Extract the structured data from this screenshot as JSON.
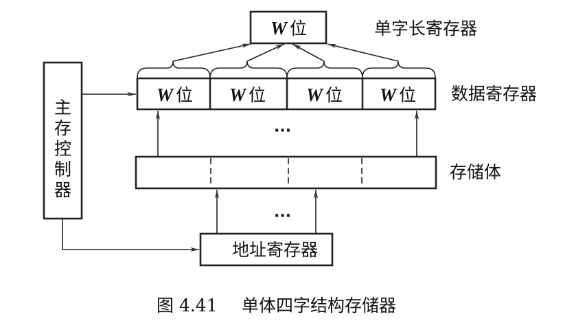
{
  "diagram": {
    "top_register": {
      "var": "W",
      "unit": "位",
      "label": "单字长寄存器"
    },
    "data_register": {
      "label": "数据寄存器",
      "cells": [
        {
          "var": "W",
          "unit": "位"
        },
        {
          "var": "W",
          "unit": "位"
        },
        {
          "var": "W",
          "unit": "位"
        },
        {
          "var": "W",
          "unit": "位"
        }
      ]
    },
    "memory_body": {
      "label": "存储体",
      "segments": 4
    },
    "address_register": {
      "label": "地址寄存器"
    },
    "controller": {
      "label": "主存控制器",
      "chars": [
        "主",
        "存",
        "控",
        "制",
        "器"
      ]
    },
    "ellipsis": "···"
  },
  "caption": {
    "number": "图 4.41",
    "title": "单体四字结构存储器"
  }
}
